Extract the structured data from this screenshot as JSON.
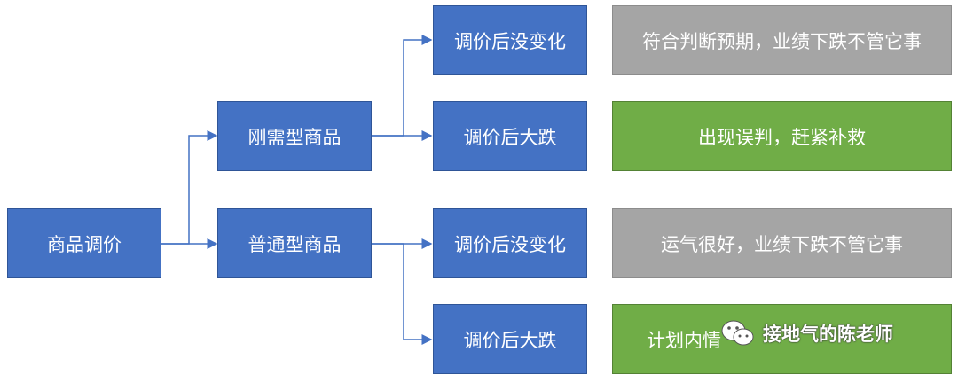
{
  "root": {
    "label": "商品调价"
  },
  "level1": [
    {
      "label": "刚需型商品"
    },
    {
      "label": "普通型商品"
    }
  ],
  "level2": [
    {
      "label": "调价后没变化"
    },
    {
      "label": "调价后大跌"
    },
    {
      "label": "调价后没变化"
    },
    {
      "label": "调价后大跌"
    }
  ],
  "outcomes": [
    {
      "label": "符合判断预期，业绩下跌不管它事",
      "color": "#a5a5a5"
    },
    {
      "label": "出现误判，赶紧补救",
      "color": "#70ad47"
    },
    {
      "label": "运气很好，业绩下跌不管它事",
      "color": "#a5a5a5"
    },
    {
      "label": "计划内情",
      "color": "#70ad47"
    }
  ],
  "watermark": {
    "text": "接地气的陈老师",
    "icon": "wechat-icon"
  },
  "colors": {
    "node": "#4472c4",
    "neutral": "#a5a5a5",
    "positive": "#70ad47",
    "connector": "#4472c4"
  }
}
